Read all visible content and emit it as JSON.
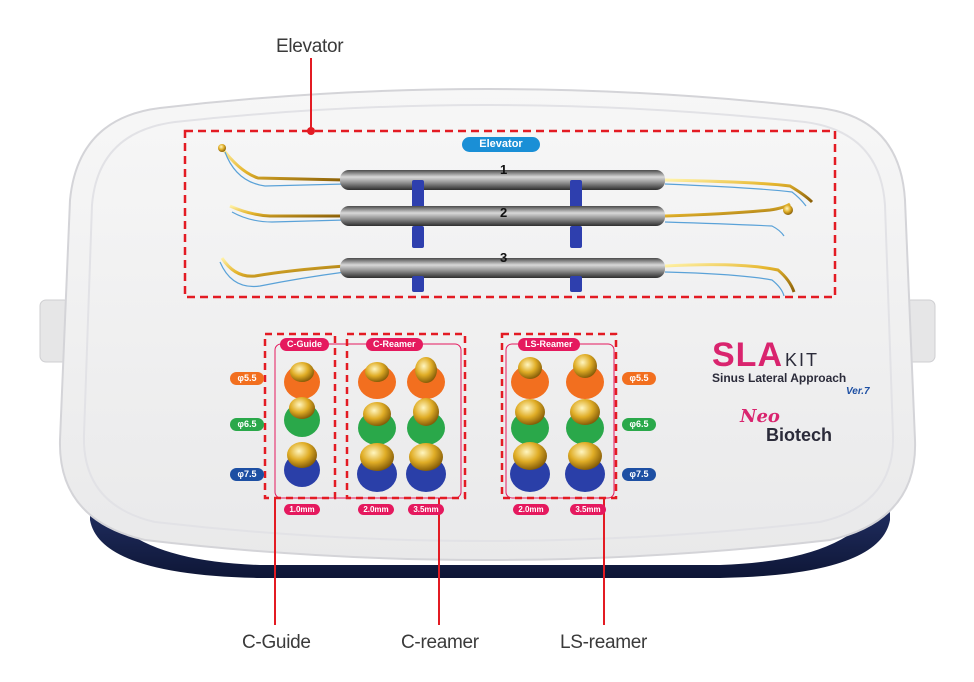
{
  "callouts": {
    "elevator": "Elevator",
    "c_guide": "C-Guide",
    "c_reamer": "C-reamer",
    "ls_reamer": "LS-reamer"
  },
  "tray": {
    "elevator_badge": "Elevator",
    "instrument_numbers": [
      "1",
      "2",
      "3"
    ],
    "group_labels": {
      "c_guide": "C-Guide",
      "c_reamer": "C-Reamer",
      "ls_reamer": "LS-Reamer"
    },
    "diameters": [
      {
        "label": "φ5.5",
        "color": "#f26f1f"
      },
      {
        "label": "φ6.5",
        "color": "#2aa84a"
      },
      {
        "label": "φ7.5",
        "color": "#1d4fa3"
      }
    ],
    "sizes": {
      "c_guide": [
        "1.0mm"
      ],
      "c_reamer": [
        "2.0mm",
        "3.5mm"
      ],
      "ls_reamer": [
        "2.0mm",
        "3.5mm"
      ]
    }
  },
  "brand": {
    "title": "SLA",
    "title_suffix": "KIT",
    "subtitle": "Sinus Lateral Approach",
    "version": "Ver.7",
    "logo_line1": "Neo",
    "logo_line2": "Biotech"
  },
  "colors": {
    "callout_line": "#e31b23",
    "dashed_box": "#e31b23",
    "badge_blue": "#1a8fd6",
    "label_pink": "#e5195e",
    "brand_magenta": "#d9246e",
    "brand_dark": "#2b2b3a",
    "tray_base": "#1c2a5e",
    "cap_orange": "#f26f1f",
    "cap_green": "#2aa84a",
    "cap_blue": "#2a3fa8"
  }
}
